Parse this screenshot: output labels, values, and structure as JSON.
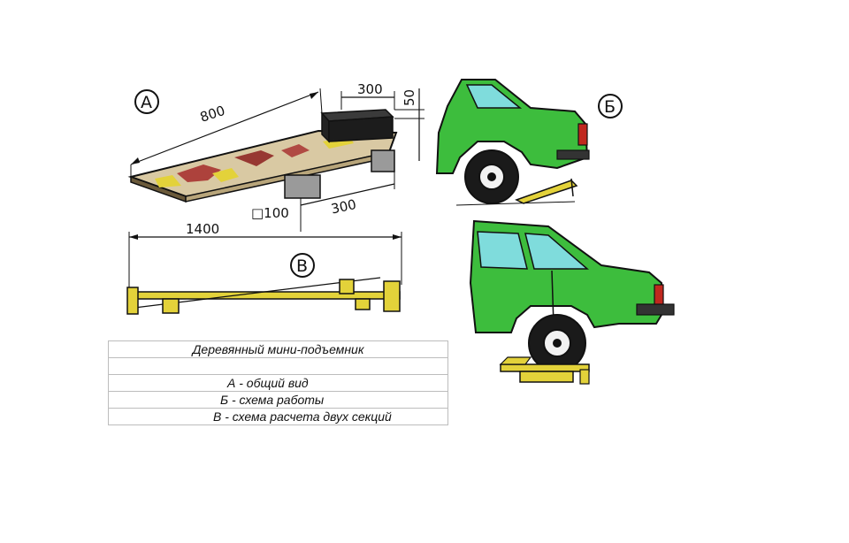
{
  "diagram": {
    "markers": {
      "a": "А",
      "b": "Б",
      "v": "В"
    },
    "dimensions": {
      "length_top": "800",
      "width_top": "300",
      "height_top": "50",
      "block": "□100",
      "offset": "300",
      "length_bottom": "1400"
    },
    "colors": {
      "car_body": "#3dbd3d",
      "plank_yellow": "#e3d23a",
      "stain_red": "#a52a2a",
      "outline": "#111111"
    }
  },
  "caption": {
    "title": "Деревянный мини-подъемник",
    "empty": "",
    "item_a": "А - общий вид",
    "item_b": "Б - схема работы",
    "item_v": "В - схема расчета двух секций"
  }
}
